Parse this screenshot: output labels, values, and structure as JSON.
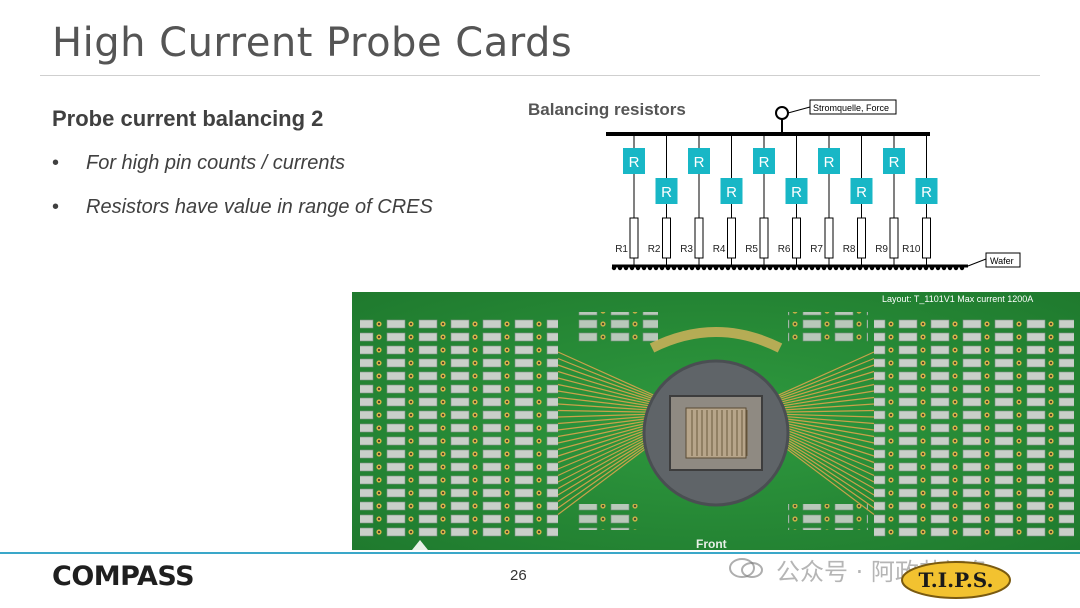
{
  "slide": {
    "title": "High Current Probe Cards",
    "subtitle": "Probe current balancing 2",
    "bullets": [
      "For high pin counts / currents",
      "Resistors have value in range of CRES"
    ],
    "page_number": "26"
  },
  "diagram": {
    "heading": "Balancing resistors",
    "source_label": "Stromquelle, Force",
    "wafer_label": "Wafer",
    "resistor_symbol": "R",
    "resistor_labels": [
      "R1",
      "R2",
      "R3",
      "R4",
      "R5",
      "R6",
      "R7",
      "R8",
      "R9",
      "R10"
    ],
    "resistor_color": "#18b7c6"
  },
  "photo": {
    "caption": "Layout: T_1101V1  Max current 1200A",
    "front_label": "Front"
  },
  "footer": {
    "logo_text": "COMPASS",
    "watermark": "公众号 · 阿政芯视角",
    "tips_logo": "T.I.P.S.",
    "accent_color": "#3aa7c9"
  }
}
